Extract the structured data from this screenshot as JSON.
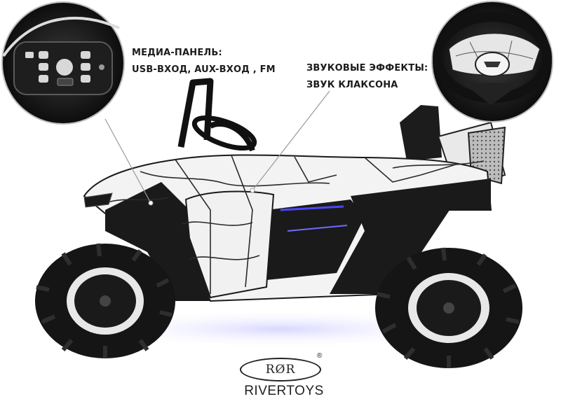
{
  "captions": {
    "media_panel_title": "МЕДИА-ПАНЕЛЬ:",
    "media_panel_features": "USB-ВХОД, AUX-ВХОД , FM",
    "sound_effects_title": "ЗВУКОВЫЕ ЭФФЕКТЫ:",
    "sound_effects_features": "ЗВУК КЛАКСОНА"
  },
  "brand": {
    "mark": "RØR",
    "registered": "®",
    "name": "RIVERTOYS"
  },
  "colors": {
    "body_white": "#f3f3f3",
    "web_lines": "#2a2a2a",
    "plastic_black": "#1a1a1a",
    "led_blue": "#4b46ff",
    "tire": "#151515"
  }
}
